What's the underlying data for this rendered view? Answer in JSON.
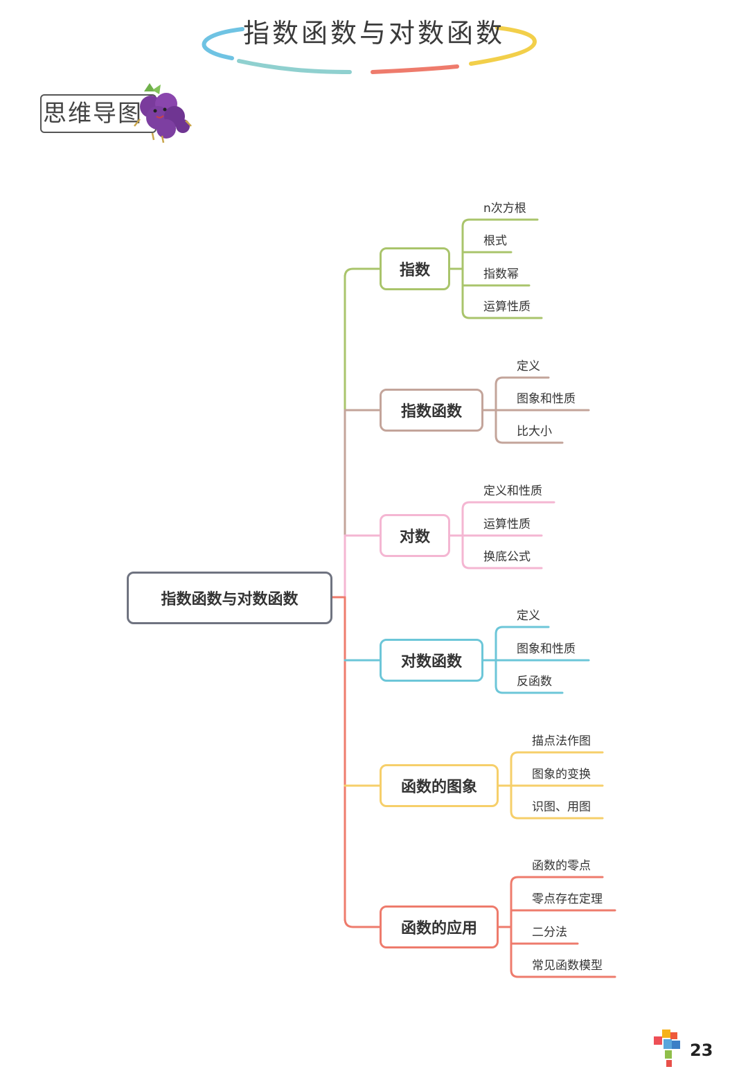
{
  "title": "指数函数与对数函数",
  "tag": "思维导图",
  "page_number": "23",
  "colors": {
    "root": "#6f7380",
    "b1": "#a9c46b",
    "b2": "#c3a49a",
    "b3": "#f4b6d2",
    "b4": "#6cc6d8",
    "b5": "#f6cf6a",
    "b6": "#ee7b6c"
  },
  "mindmap": {
    "root": "指数函数与对数函数",
    "branches": [
      {
        "label": "指数",
        "children": [
          "n次方根",
          "根式",
          "指数幂",
          "运算性质"
        ]
      },
      {
        "label": "指数函数",
        "children": [
          "定义",
          "图象和性质",
          "比大小"
        ]
      },
      {
        "label": "对数",
        "children": [
          "定义和性质",
          "运算性质",
          "换底公式"
        ]
      },
      {
        "label": "对数函数",
        "children": [
          "定义",
          "图象和性质",
          "反函数"
        ]
      },
      {
        "label": "函数的图象",
        "children": [
          "描点法作图",
          "图象的变换",
          "识图、用图"
        ]
      },
      {
        "label": "函数的应用",
        "children": [
          "函数的零点",
          "零点存在定理",
          "二分法",
          "常见函数模型"
        ]
      }
    ]
  }
}
